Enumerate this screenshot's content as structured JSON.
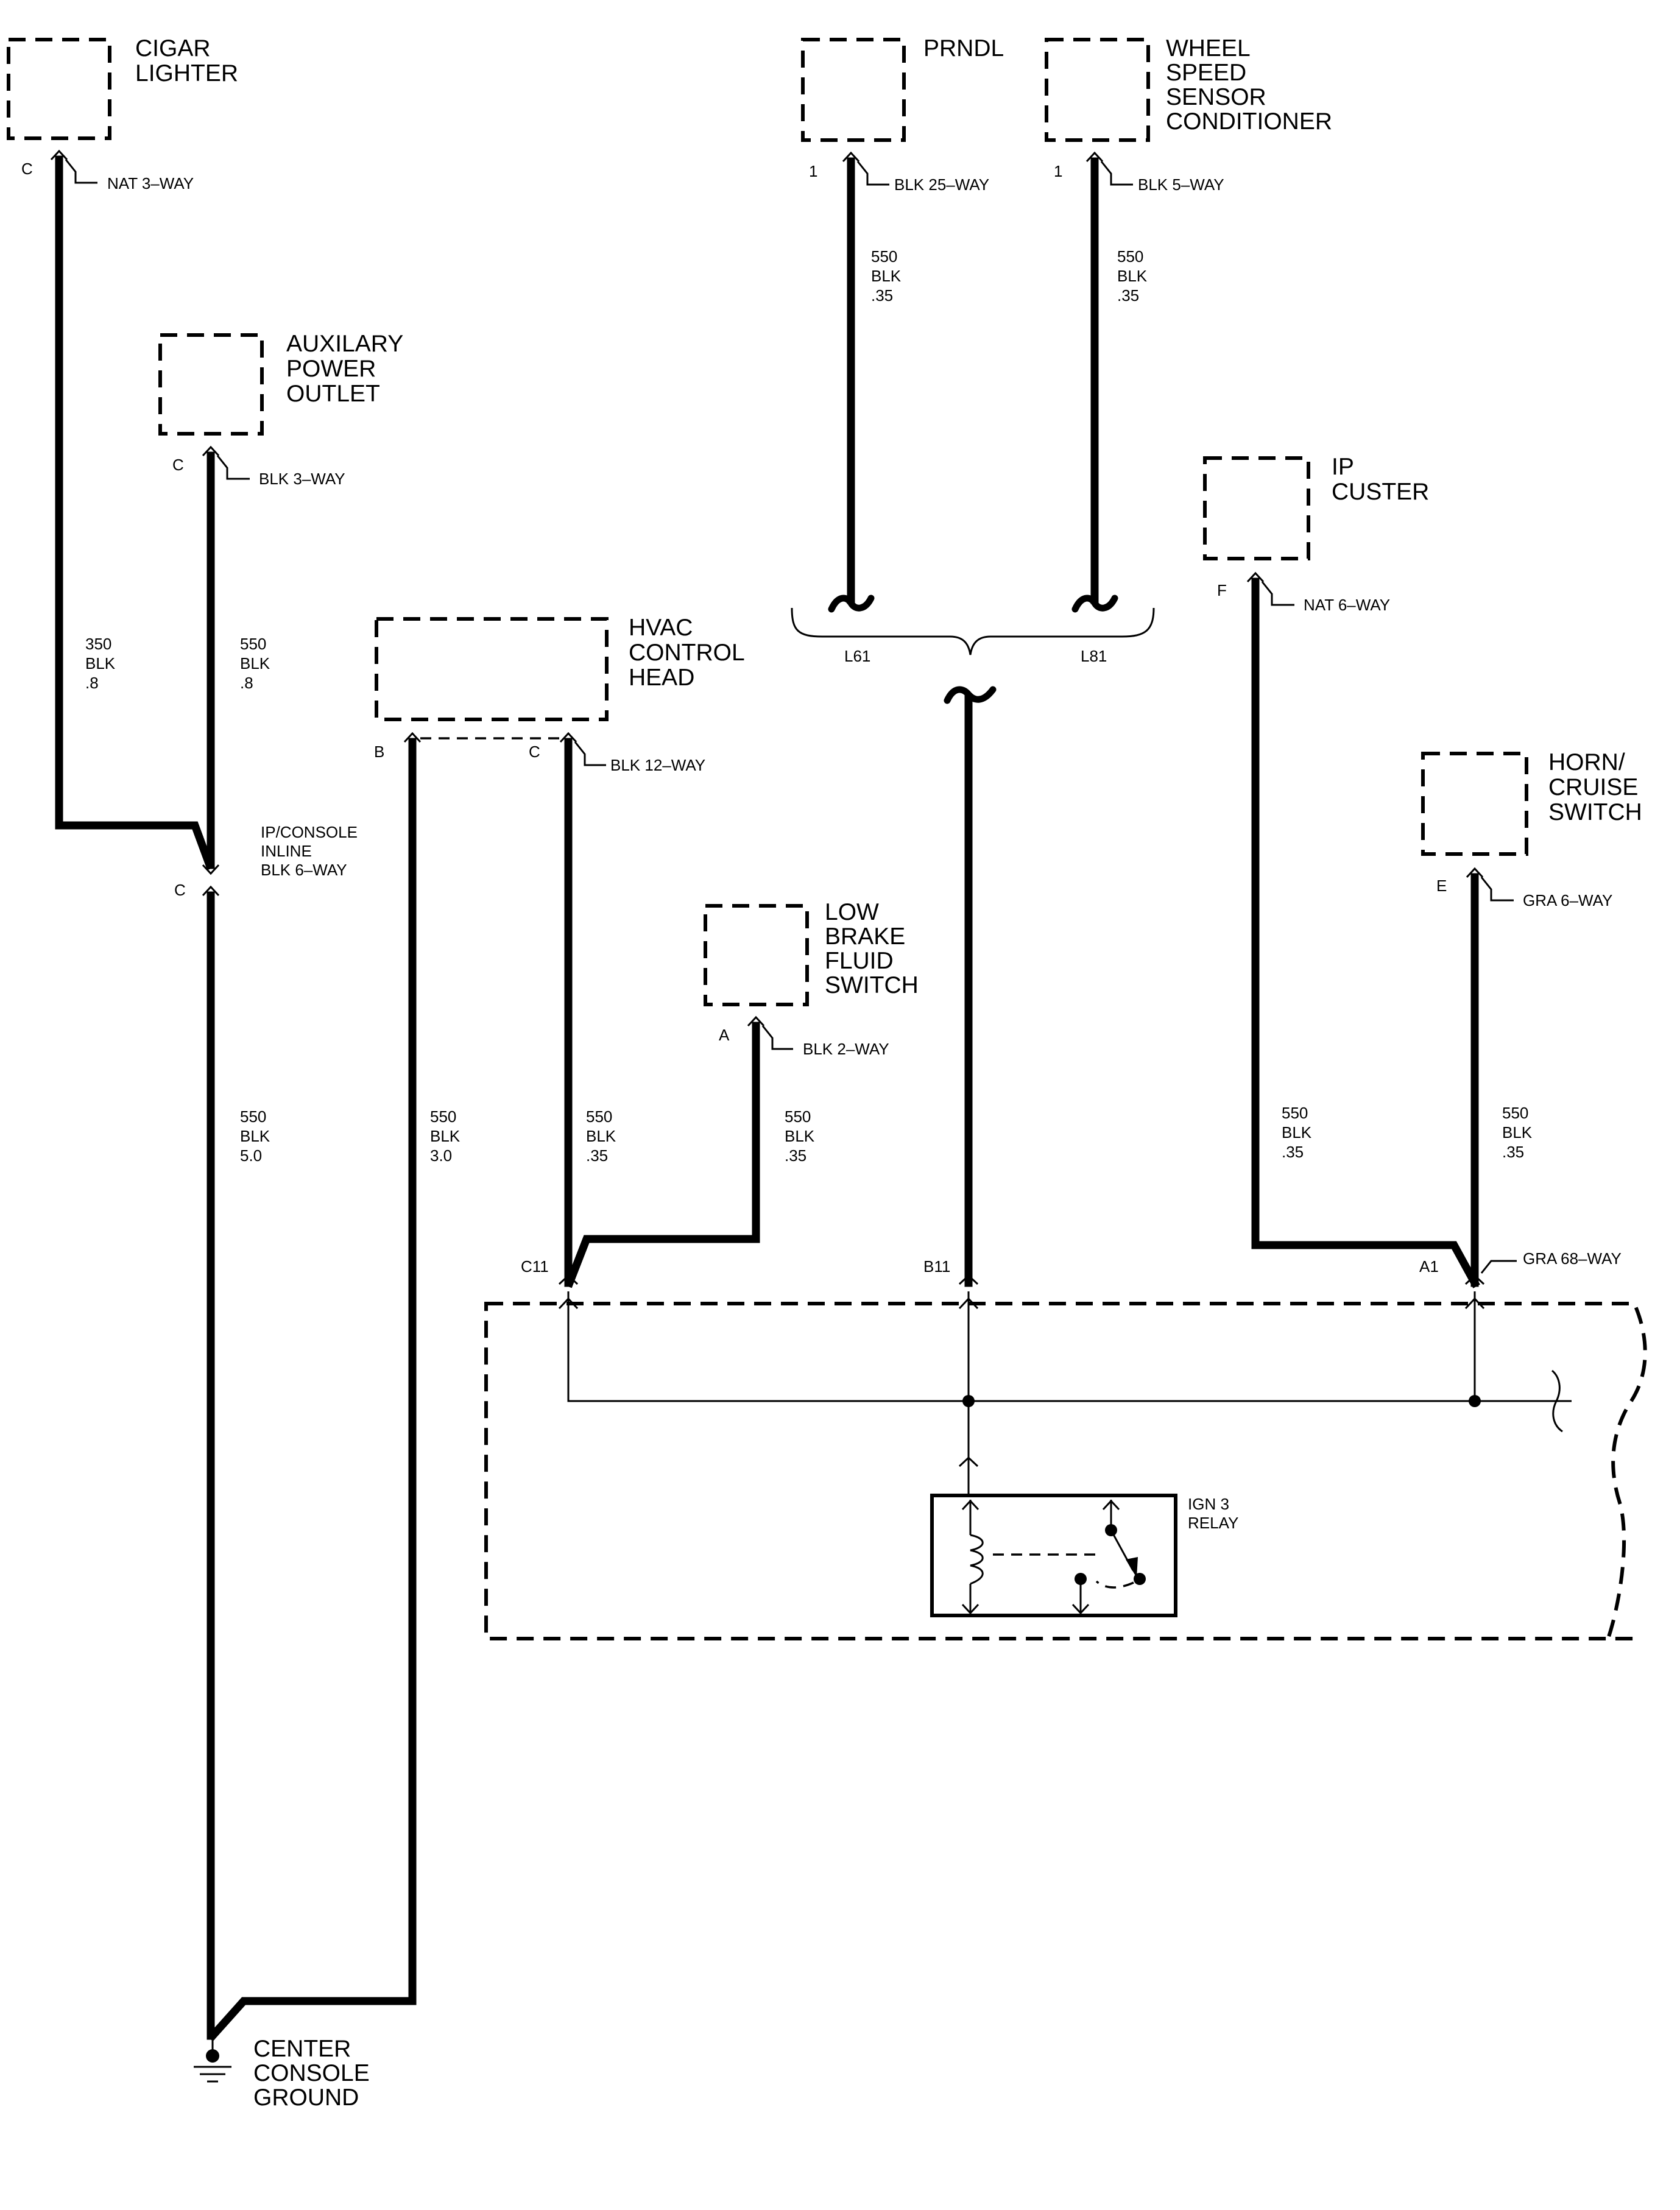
{
  "components": {
    "cigar_lighter": [
      "CIGAR",
      "LIGHTER"
    ],
    "auxiliary_power_outlet": [
      "AUXILARY",
      "POWER",
      "OUTLET"
    ],
    "hvac_control_head": [
      "HVAC",
      "CONTROL",
      "HEAD"
    ],
    "prndl": [
      "PRNDL"
    ],
    "wheel_speed_sensor_conditioner": [
      "WHEEL",
      "SPEED",
      "SENSOR",
      "CONDITIONER"
    ],
    "ip_cluster": [
      "IP",
      "CUSTER"
    ],
    "horn_cruise_switch": [
      "HORN/",
      "CRUISE",
      "SWITCH"
    ],
    "low_brake_fluid_switch": [
      "LOW",
      "BRAKE",
      "FLUID",
      "SWITCH"
    ],
    "center_console_ground": [
      "CENTER",
      "CONSOLE",
      "GROUND"
    ],
    "ign3_relay": [
      "IGN 3",
      "RELAY"
    ],
    "ip_console_inline": [
      "IP/CONSOLE",
      "INLINE",
      "BLK 6–WAY"
    ]
  },
  "connectors": {
    "cigar_lighter": "NAT 3–WAY",
    "auxiliary_power_outlet": "BLK 3–WAY",
    "hvac_control_head": "BLK 12–WAY",
    "prndl": "BLK 25–WAY",
    "wheel_speed_sensor_conditioner": "BLK 5–WAY",
    "ip_cluster": "NAT 6–WAY",
    "horn_cruise_switch": "GRA 6–WAY",
    "low_brake_fluid_switch": "BLK 2–WAY",
    "relay_center": "GRA 68–WAY"
  },
  "pins": {
    "cigar_lighter": "C",
    "auxiliary_power_outlet": "C",
    "inline": "C",
    "hvac_b": "B",
    "hvac_c": "C",
    "prndl": "1",
    "wheel_speed": "1",
    "ip_cluster": "F",
    "horn_cruise": "E",
    "low_brake": "A",
    "c11": "C11",
    "b11": "B11",
    "a1": "A1"
  },
  "wires": {
    "cigar_lighter": [
      "350",
      "BLK",
      ".8"
    ],
    "auxiliary_power_outlet": [
      "550",
      "BLK",
      ".8"
    ],
    "inline_to_ground": [
      "550",
      "BLK",
      "5.0"
    ],
    "hvac_to_ground": [
      "550",
      "BLK",
      "3.0"
    ],
    "hvac_c11": [
      "550",
      "BLK",
      ".35"
    ],
    "low_brake": [
      "550",
      "BLK",
      ".35"
    ],
    "prndl": [
      "550",
      "BLK",
      ".35"
    ],
    "wheel_speed": [
      "550",
      "BLK",
      ".35"
    ],
    "ip_cluster": [
      "550",
      "BLK",
      ".35"
    ],
    "horn_cruise": [
      "550",
      "BLK",
      ".35"
    ]
  },
  "options": {
    "left": "L61",
    "right": "L81"
  }
}
